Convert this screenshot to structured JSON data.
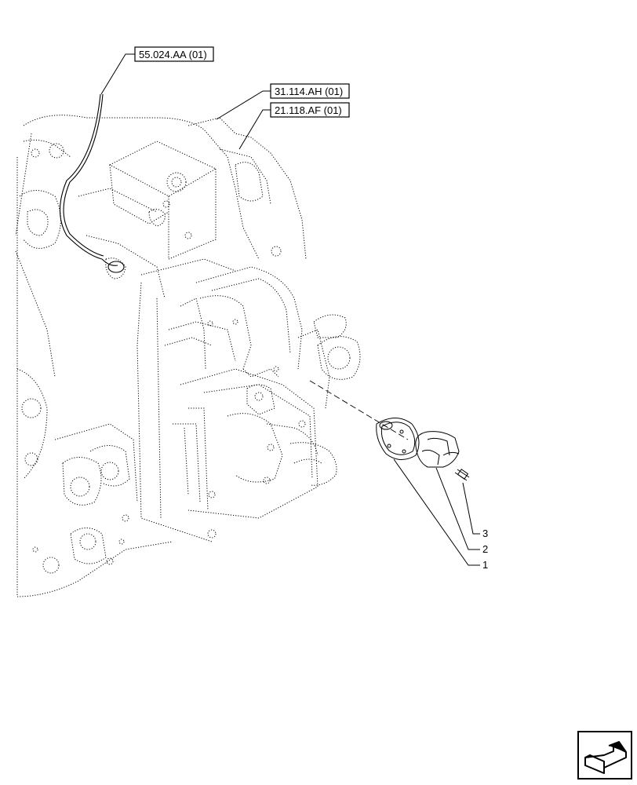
{
  "references": [
    {
      "id": "ref-55",
      "label": "55.024.AA (01)"
    },
    {
      "id": "ref-31",
      "label": "31.114.AH (01)"
    },
    {
      "id": "ref-21",
      "label": "21.118.AF (01)"
    }
  ],
  "callouts": [
    {
      "id": "callout-3",
      "label": "3"
    },
    {
      "id": "callout-2",
      "label": "2"
    },
    {
      "id": "callout-1",
      "label": "1"
    }
  ],
  "icons": {
    "corner": "next-page-arrow-icon"
  }
}
